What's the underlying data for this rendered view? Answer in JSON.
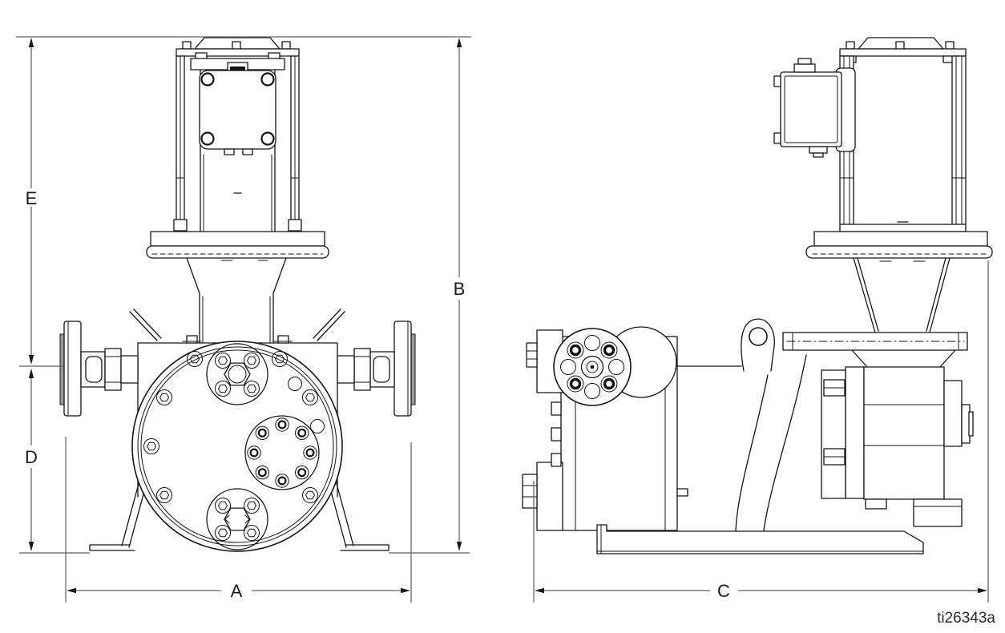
{
  "drawing": {
    "dimension_labels": {
      "A": "A",
      "B": "B",
      "C": "C",
      "D": "D",
      "E": "E"
    },
    "drawing_id": "ti26343a"
  },
  "colors": {
    "background": "#ffffff",
    "drawing_line": "#141414",
    "dimension_line": "#5f5f5f",
    "label_text": "#1a1a1a"
  }
}
